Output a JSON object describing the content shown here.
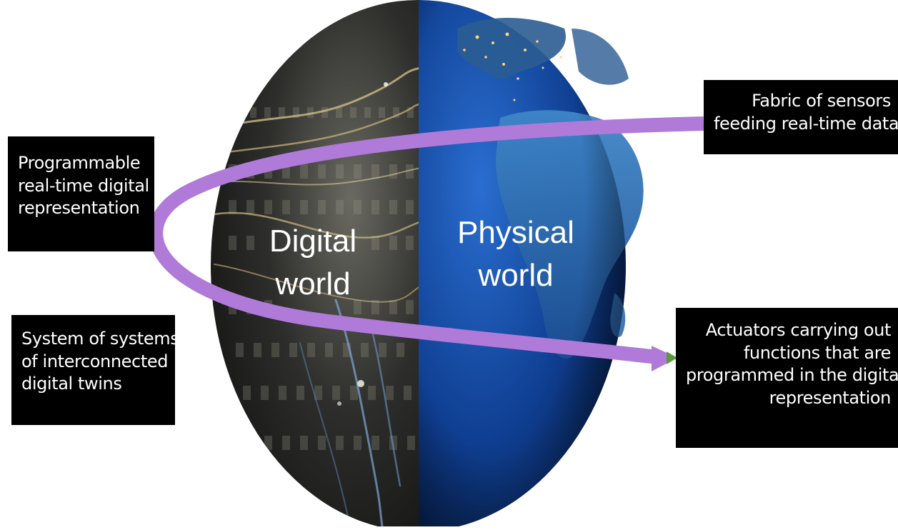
{
  "globe": {
    "digital_label": [
      "Digital",
      "world"
    ],
    "physical_label": [
      "Physical",
      "world"
    ]
  },
  "labels": {
    "programmable": [
      "Programmable",
      "real-time digital",
      "representation"
    ],
    "system": [
      "System of systems",
      "of interconnected",
      "digital twins"
    ],
    "fabric": [
      "Fabric of sensors",
      "feeding real-time data"
    ],
    "actuators": [
      "Actuators carrying out",
      "functions that are",
      "programmed in the digital",
      "representation"
    ]
  },
  "colors": {
    "loop_arrow": "#b07ad8",
    "arrow_head": "#5a9a3c",
    "box_bg": "#000000",
    "ocean": "#0d3a86",
    "digital_bg": "#1c1c1c"
  }
}
